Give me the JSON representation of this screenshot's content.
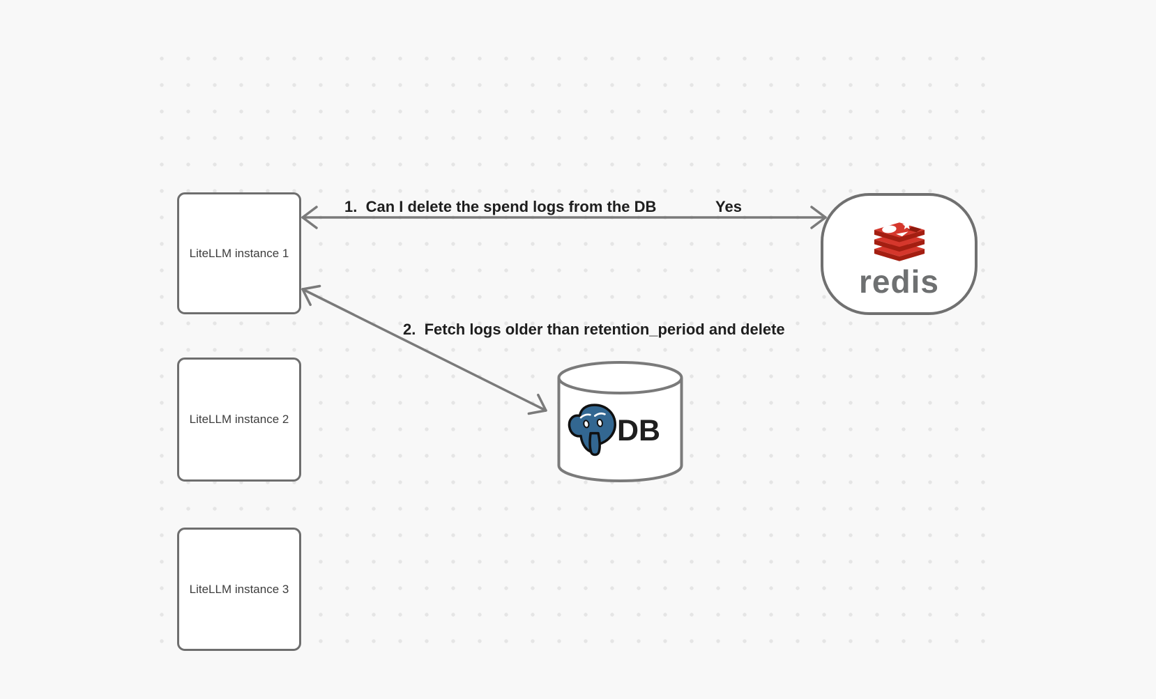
{
  "diagram": {
    "background_color": "#f8f8f8",
    "dot_color": "#e5e5e5",
    "stroke_color": "#757575",
    "edge_label_color": "#1e1e1e",
    "node_text_color": "#3d3d3d",
    "nodes": {
      "litellm_instances": [
        {
          "label": "LiteLLM instance 1"
        },
        {
          "label": "LiteLLM instance 2"
        },
        {
          "label": "LiteLLM instance 3"
        }
      ],
      "redis": {
        "wordmark": "redis",
        "icon": "redis-logo-icon",
        "logo_red": "#d5372c",
        "logo_dark_red": "#a41e11",
        "wordmark_color": "#6e7071"
      },
      "db": {
        "label": "DB",
        "icon": "postgresql-elephant-icon",
        "elephant_blue": "#336791",
        "shape": "cylinder"
      }
    },
    "edges": [
      {
        "label": "1.  Can I delete the spend logs from the DB",
        "response": "Yes",
        "from": "LiteLLM instance 1",
        "to": "redis",
        "arrows": "both"
      },
      {
        "label": "2.  Fetch logs older than retention_period and delete",
        "from": "LiteLLM instance 1",
        "to": "DB",
        "arrows": "both"
      }
    ]
  }
}
